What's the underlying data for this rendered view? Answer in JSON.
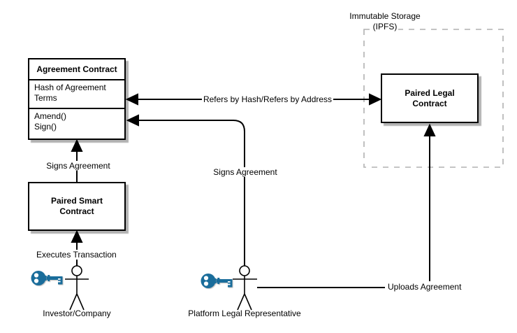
{
  "diagram": {
    "agreement_contract": {
      "title": "Agreement Contract",
      "attribute": "Hash of Agreement Terms",
      "methods": [
        "Amend()",
        "Sign()"
      ]
    },
    "paired_smart_contract": {
      "title": "Paired Smart Contract"
    },
    "paired_legal_contract": {
      "title": "Paired Legal Contract"
    },
    "storage_region": {
      "label_line1": "Immutable Storage",
      "label_line2": "(IPFS)"
    },
    "edges": {
      "refers": "Refers by Hash/Refers by Address",
      "signs_left": "Signs Agreement",
      "signs_middle": "Signs Agreement",
      "executes": "Executes Transaction",
      "uploads": "Uploads Agreement"
    },
    "actors": {
      "investor": "Investor/Company",
      "platform_rep": "Platform Legal Representative"
    },
    "colors": {
      "key_blue": "#1a6d9b",
      "line": "#000000",
      "dashed_border": "#b0b0b0"
    }
  }
}
